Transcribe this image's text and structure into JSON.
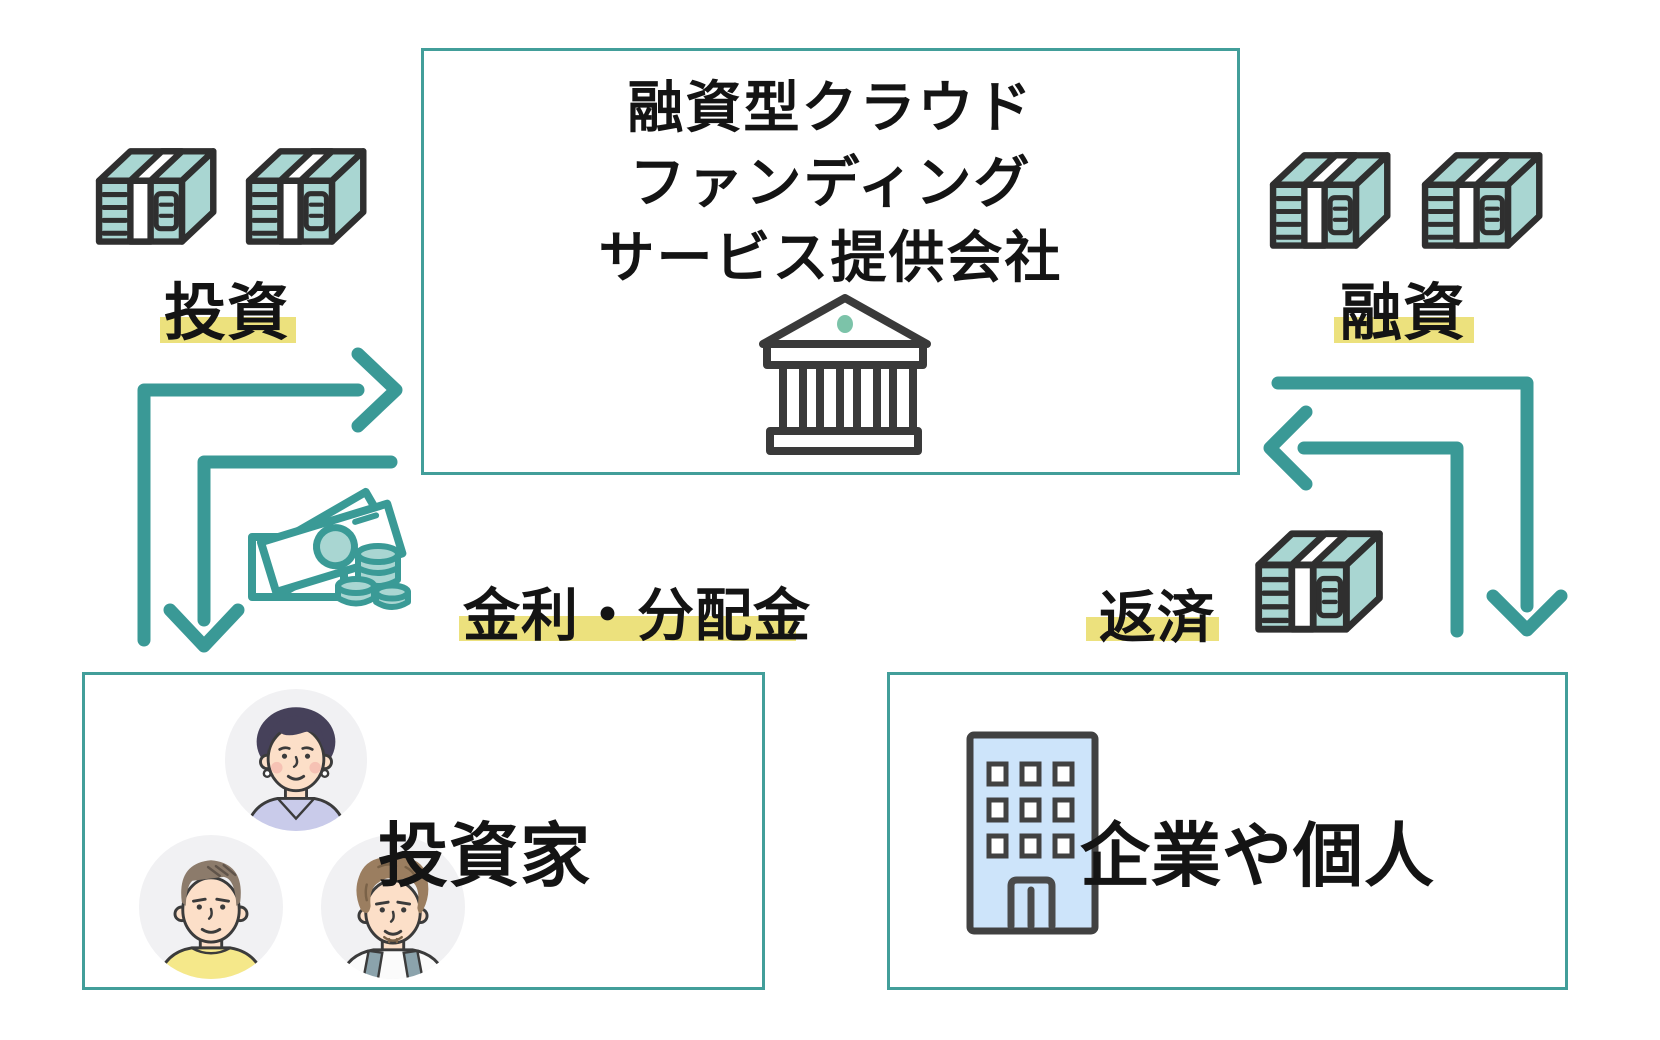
{
  "provider": {
    "title_lines": [
      "融資型クラウド",
      "ファンディング",
      "サービス提供会社"
    ],
    "icon": "bank-icon"
  },
  "flows": {
    "invest": {
      "label": "投資",
      "direction": "investors-to-provider"
    },
    "interest": {
      "label": "金利・分配金",
      "direction": "provider-to-investors"
    },
    "loan": {
      "label": "融資",
      "direction": "provider-to-borrowers"
    },
    "repay": {
      "label": "返済",
      "direction": "borrowers-to-provider"
    }
  },
  "investors": {
    "label": "投資家",
    "icon": "three-people-avatars"
  },
  "borrowers": {
    "label": "企業や個人",
    "icon": "office-building-icon"
  },
  "icons": [
    "money-stack-icon",
    "bank-icon",
    "cash-and-coins-icon",
    "office-building-icon",
    "person-avatar"
  ],
  "colors": {
    "arrow_teal": "#3a9996",
    "box_border_teal": "#429e9a",
    "money_fill_teal": "#a9d6d2",
    "dark_outline": "#2f2f2f",
    "highlight_yellow": "#ece17d",
    "building_blue": "#cde4fa",
    "text_black": "#141414"
  }
}
